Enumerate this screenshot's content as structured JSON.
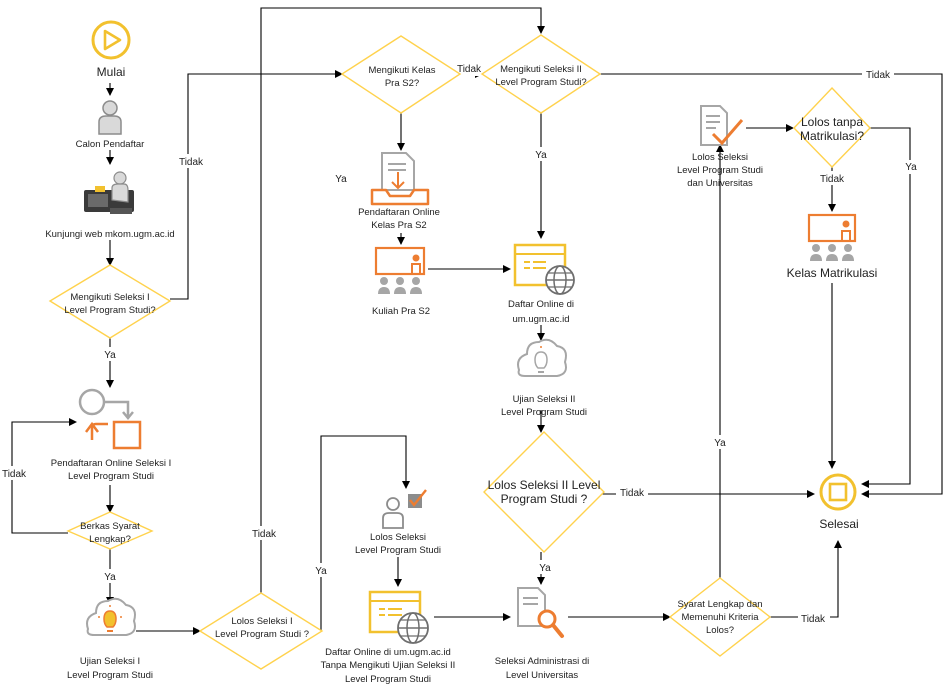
{
  "nodes": {
    "mulai": "Mulai",
    "calon_pendaftar": "Calon Pendaftar",
    "kunjungi_web": "Kunjungi web mkom.ugm.ac.id",
    "seleksi1_q": [
      "Mengikuti Seleksi I",
      "Level Program Studi?"
    ],
    "pendaftaran_seleksi1": [
      "Pendaftaran Online Seleksi I",
      "Level Program Studi"
    ],
    "berkas_q": [
      "Berkas Syarat",
      "Lengkap?"
    ],
    "ujian_seleksi1": [
      "Ujian Seleksi I",
      "Level Program Studi"
    ],
    "lolos1_q": [
      "Lolos Seleksi I",
      "Level Program Studi ?"
    ],
    "kelas_pra_q": [
      "Mengikuti Kelas",
      "Pra S2?"
    ],
    "pendaftaran_pra": [
      "Pendaftaran Online",
      "Kelas Pra S2"
    ],
    "kuliah_pra": "Kuliah Pra S2",
    "seleksi2_q": [
      "Mengikuti Seleksi II",
      "Level Program Studi?"
    ],
    "daftar_online": [
      "Daftar Online di",
      "um.ugm.ac.id"
    ],
    "ujian_seleksi2": [
      "Ujian Seleksi II",
      "Level Program Studi"
    ],
    "lolos2_q": [
      "Lolos Seleksi II Level",
      "Program Studi ?"
    ],
    "lolos1_node": [
      "Lolos Seleksi",
      "Level Program Studi"
    ],
    "daftar_tanpa": [
      "Daftar Online di um.ugm.ac.id",
      "Tanpa Mengikuti Ujian Seleksi II",
      "Level Program Studi"
    ],
    "seleksi_admin": [
      "Seleksi Administrasi di",
      "Level Universitas"
    ],
    "syarat_q": [
      "Syarat Lengkap dan",
      "Memenuhi Kriteria",
      "Lolos?"
    ],
    "lolos_univ": [
      "Lolos Seleksi",
      "Level Program Studi",
      "dan Universitas"
    ],
    "matrikulasi_q": [
      "Lolos tanpa",
      "Matrikulasi?"
    ],
    "kelas_matrikulasi": "Kelas Matrikulasi",
    "selesai": "Selesai"
  },
  "edge_labels": {
    "ya": "Ya",
    "tidak": "Tidak"
  },
  "colors": {
    "diamond_border": "#ffd24d",
    "icon_orange": "#ed7d31",
    "icon_yellow": "#f2c12e",
    "icon_gray": "#8c8c8c"
  }
}
